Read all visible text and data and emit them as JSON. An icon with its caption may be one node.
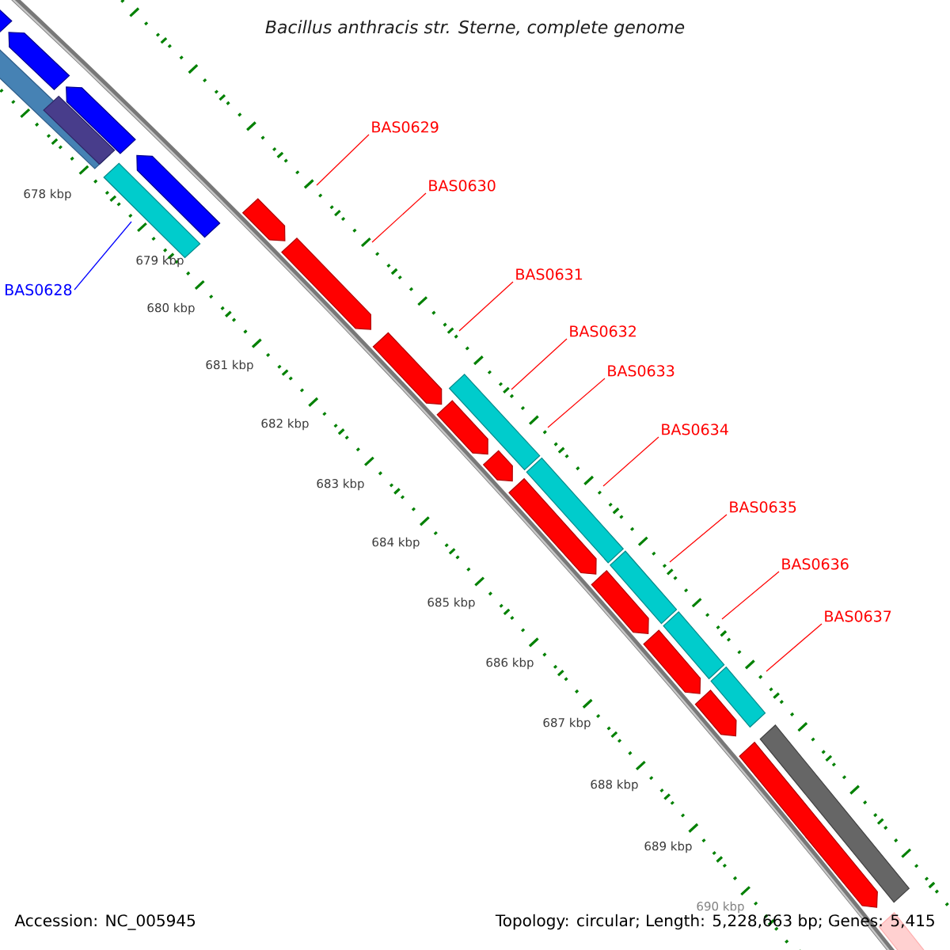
{
  "diagram": {
    "title": "Bacillus anthracis str. Sterne, complete genome",
    "nodes": [
      {
        "text": [
          "BAS0629"
        ]
      },
      {
        "text": [
          "BAS0630"
        ]
      },
      {
        "text": [
          "BAS0631"
        ]
      },
      {
        "text": [
          "BAS0628"
        ]
      },
      {
        "text": [
          "BAS0632"
        ]
      },
      {
        "text": [
          "BAS0633"
        ]
      },
      {
        "text": [
          "BAS0634"
        ]
      },
      {
        "text": [
          "BAS0635"
        ]
      },
      {
        "text": [
          "BAS0636"
        ]
      },
      {
        "text": [
          "BAS0637"
        ]
      }
    ],
    "edges": [
      {
        "from": 0,
        "to": null,
        "arrow": "none"
      },
      {
        "from": 1,
        "to": null,
        "arrow": "none"
      },
      {
        "from": 2,
        "to": null,
        "arrow": "none"
      },
      {
        "from": 3,
        "to": null,
        "arrow": "none",
        "color": "#0000ff"
      },
      {
        "from": 4,
        "to": null,
        "arrow": "none"
      },
      {
        "from": 5,
        "to": null,
        "arrow": "none"
      },
      {
        "from": 6,
        "to": null,
        "arrow": "none"
      },
      {
        "from": 7,
        "to": null,
        "arrow": "none"
      },
      {
        "from": 8,
        "to": null,
        "arrow": "none"
      },
      {
        "from": 9,
        "to": null,
        "arrow": "none"
      }
    ],
    "labels": [
      "678 kbp",
      "679 kbp",
      "680 kbp",
      "681 kbp",
      "682 kbp",
      "683 kbp",
      "684 kbp",
      "685 kbp",
      "686 kbp",
      "687 kbp",
      "688 kbp",
      "689 kbp",
      "690 kbp",
      "Accession: NC_005945",
      "Topology: circular; Length: 5,228,663 bp; Genes: 5,415"
    ]
  }
}
